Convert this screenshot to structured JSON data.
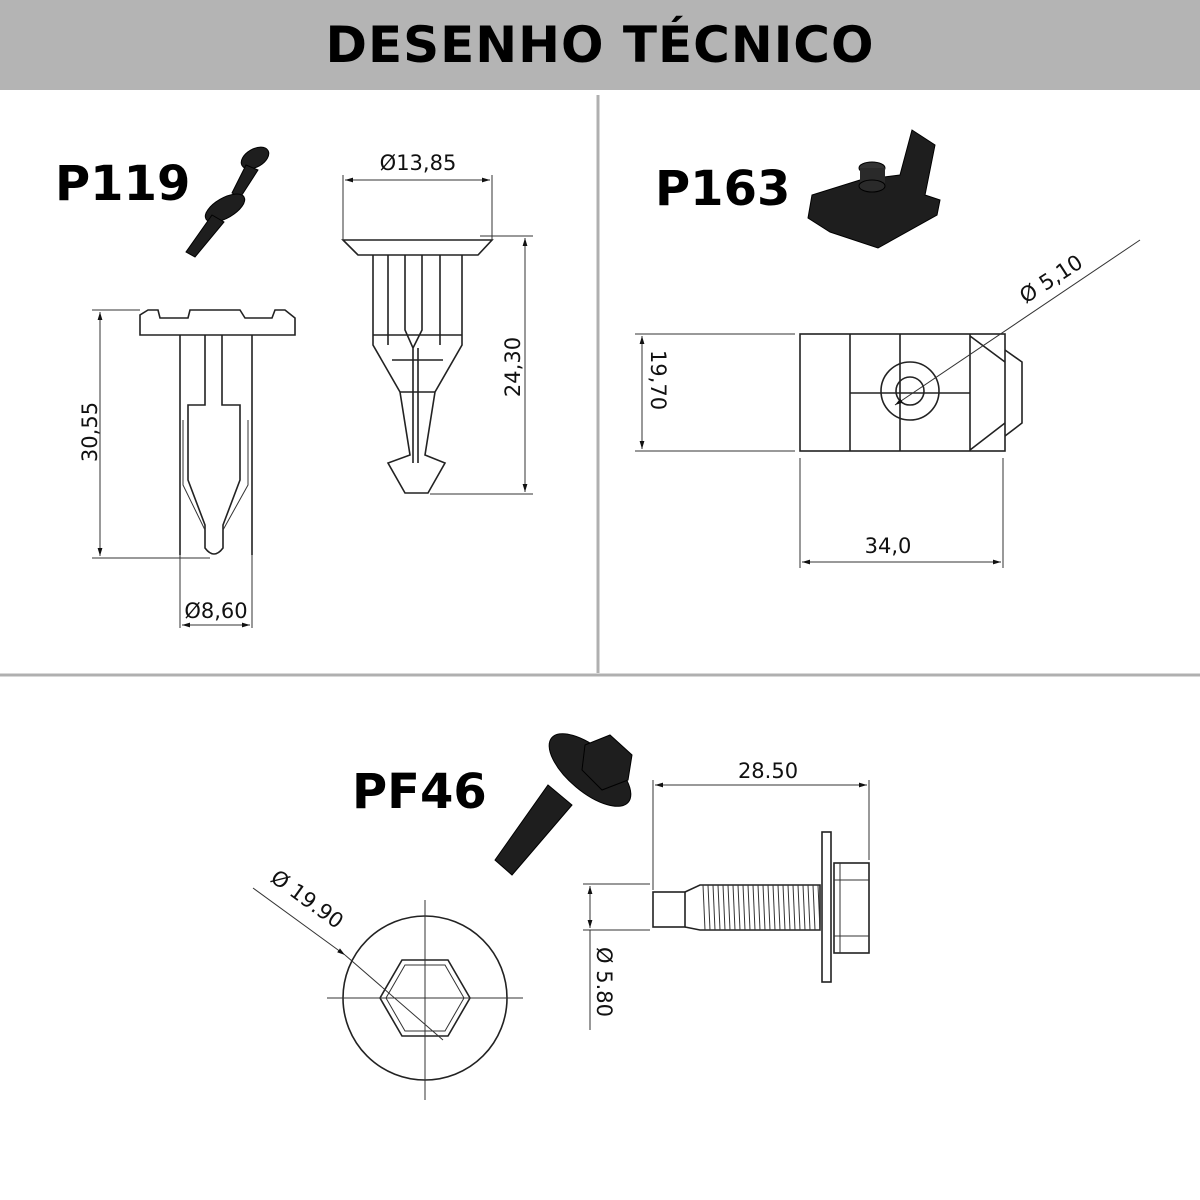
{
  "header": {
    "title": "DESENHO TÉCNICO",
    "background": "#b4b4b4"
  },
  "parts": [
    {
      "code": "P119",
      "dimensions": {
        "head_diameter": "Ø13,85",
        "length_a": "30,55",
        "length_b": "24,30",
        "shank_diameter": "Ø8,60"
      }
    },
    {
      "code": "P163",
      "dimensions": {
        "hole_diameter": "Ø 5,10",
        "width": "19,70",
        "length": "34,0"
      }
    },
    {
      "code": "PF46",
      "dimensions": {
        "washer_diameter": "Ø 19.90",
        "length": "28.50",
        "thread_diameter": "Ø 5.80"
      }
    }
  ]
}
